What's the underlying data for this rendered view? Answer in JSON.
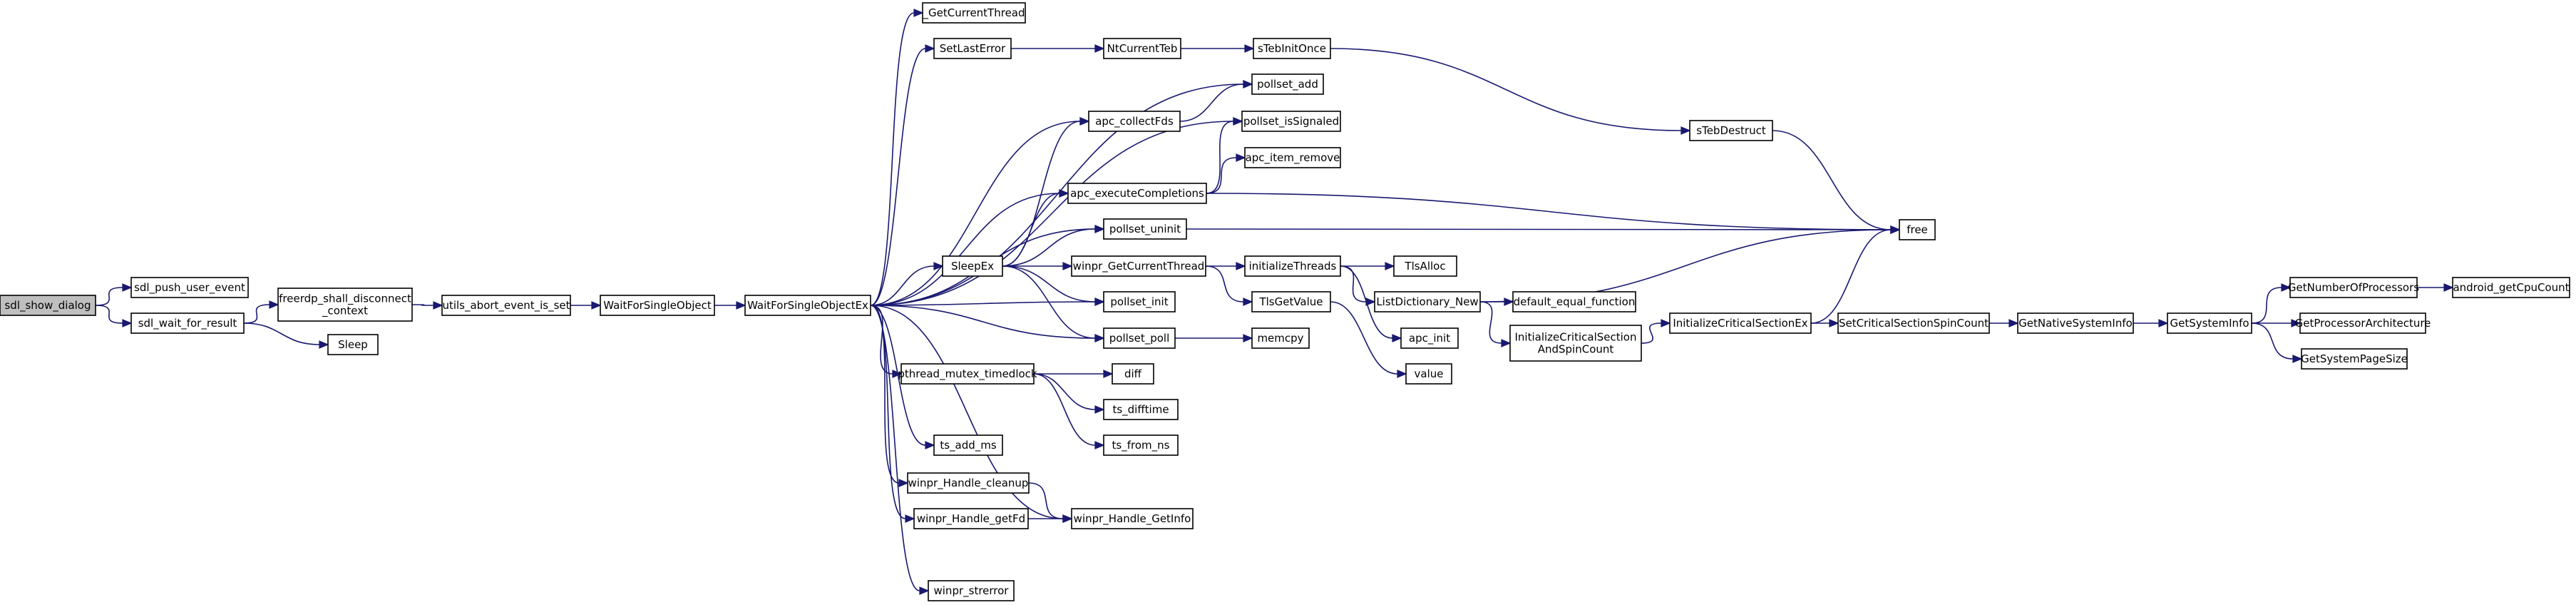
{
  "diagram": {
    "type": "call-graph",
    "colors": {
      "edge": "#191970",
      "root_fill": "#bfbfbf",
      "node_fill": "#ffffff",
      "node_border": "#000000",
      "truncated_border": "#ff0000"
    },
    "nodes": [
      {
        "id": "sdl_show_dialog",
        "lines": [
          "sdl_show_dialog"
        ],
        "style": "root"
      },
      {
        "id": "sdl_push_user_event",
        "lines": [
          "sdl_push_user_event"
        ]
      },
      {
        "id": "sdl_wait_for_result",
        "lines": [
          "sdl_wait_for_result"
        ]
      },
      {
        "id": "freerdp_shall_disconnect_context",
        "lines": [
          "freerdp_shall_disconnect",
          "_context"
        ]
      },
      {
        "id": "Sleep",
        "lines": [
          "Sleep"
        ]
      },
      {
        "id": "utils_abort_event_is_set",
        "lines": [
          "utils_abort_event_is_set"
        ]
      },
      {
        "id": "WaitForSingleObject",
        "lines": [
          "WaitForSingleObject"
        ]
      },
      {
        "id": "WaitForSingleObjectEx",
        "lines": [
          "WaitForSingleObjectEx"
        ]
      },
      {
        "id": "_GetCurrentThread",
        "lines": [
          "_GetCurrentThread"
        ]
      },
      {
        "id": "SetLastError",
        "lines": [
          "SetLastError"
        ]
      },
      {
        "id": "NtCurrentTeb",
        "lines": [
          "NtCurrentTeb"
        ]
      },
      {
        "id": "sTebInitOnce",
        "lines": [
          "sTebInitOnce"
        ]
      },
      {
        "id": "sTebDestruct",
        "lines": [
          "sTebDestruct"
        ]
      },
      {
        "id": "free",
        "lines": [
          "free"
        ]
      },
      {
        "id": "pollset_add",
        "lines": [
          "pollset_add"
        ]
      },
      {
        "id": "apc_collectFds",
        "lines": [
          "apc_collectFds"
        ]
      },
      {
        "id": "pollset_isSignaled",
        "lines": [
          "pollset_isSignaled"
        ]
      },
      {
        "id": "apc_item_remove",
        "lines": [
          "apc_item_remove"
        ]
      },
      {
        "id": "apc_executeCompletions",
        "lines": [
          "apc_executeCompletions"
        ]
      },
      {
        "id": "pollset_uninit",
        "lines": [
          "pollset_uninit"
        ]
      },
      {
        "id": "SleepEx",
        "lines": [
          "SleepEx"
        ]
      },
      {
        "id": "winpr_GetCurrentThread",
        "lines": [
          "winpr_GetCurrentThread"
        ]
      },
      {
        "id": "initializeThreads",
        "lines": [
          "initializeThreads"
        ]
      },
      {
        "id": "TlsAlloc",
        "lines": [
          "TlsAlloc"
        ]
      },
      {
        "id": "ListDictionary_New",
        "lines": [
          "ListDictionary_New"
        ]
      },
      {
        "id": "default_equal_function",
        "lines": [
          "default_equal_function"
        ]
      },
      {
        "id": "TlsGetValue",
        "lines": [
          "TlsGetValue"
        ]
      },
      {
        "id": "apc_init",
        "lines": [
          "apc_init"
        ]
      },
      {
        "id": "value",
        "lines": [
          "value"
        ]
      },
      {
        "id": "InitializeCriticalSectionAndSpinCount",
        "lines": [
          "InitializeCriticalSection",
          "AndSpinCount"
        ]
      },
      {
        "id": "InitializeCriticalSectionEx",
        "lines": [
          "InitializeCriticalSectionEx"
        ]
      },
      {
        "id": "SetCriticalSectionSpinCount",
        "lines": [
          "SetCriticalSectionSpinCount"
        ]
      },
      {
        "id": "GetNativeSystemInfo",
        "lines": [
          "GetNativeSystemInfo"
        ]
      },
      {
        "id": "GetSystemInfo",
        "lines": [
          "GetSystemInfo"
        ]
      },
      {
        "id": "GetNumberOfProcessors",
        "lines": [
          "GetNumberOfProcessors"
        ]
      },
      {
        "id": "android_getCpuCount",
        "lines": [
          "android_getCpuCount"
        ]
      },
      {
        "id": "GetProcessorArchitecture",
        "lines": [
          "GetProcessorArchitecture"
        ],
        "style": "truncated"
      },
      {
        "id": "GetSystemPageSize",
        "lines": [
          "GetSystemPageSize"
        ]
      },
      {
        "id": "pollset_init",
        "lines": [
          "pollset_init"
        ]
      },
      {
        "id": "pollset_poll",
        "lines": [
          "pollset_poll"
        ]
      },
      {
        "id": "memcpy",
        "lines": [
          "memcpy"
        ]
      },
      {
        "id": "pthread_mutex_timedlock",
        "lines": [
          "pthread_mutex_timedlock"
        ]
      },
      {
        "id": "diff",
        "lines": [
          "diff"
        ]
      },
      {
        "id": "ts_difftime",
        "lines": [
          "ts_difftime"
        ]
      },
      {
        "id": "ts_from_ns",
        "lines": [
          "ts_from_ns"
        ]
      },
      {
        "id": "ts_add_ms",
        "lines": [
          "ts_add_ms"
        ]
      },
      {
        "id": "winpr_Handle_cleanup",
        "lines": [
          "winpr_Handle_cleanup"
        ]
      },
      {
        "id": "winpr_Handle_getFd",
        "lines": [
          "winpr_Handle_getFd"
        ]
      },
      {
        "id": "winpr_Handle_GetInfo",
        "lines": [
          "winpr_Handle_GetInfo"
        ]
      },
      {
        "id": "winpr_strerror",
        "lines": [
          "winpr_strerror"
        ]
      }
    ],
    "edges": [
      [
        "sdl_show_dialog",
        "sdl_push_user_event"
      ],
      [
        "sdl_show_dialog",
        "sdl_wait_for_result"
      ],
      [
        "sdl_wait_for_result",
        "freerdp_shall_disconnect_context"
      ],
      [
        "sdl_wait_for_result",
        "Sleep"
      ],
      [
        "freerdp_shall_disconnect_context",
        "utils_abort_event_is_set"
      ],
      [
        "utils_abort_event_is_set",
        "WaitForSingleObject"
      ],
      [
        "WaitForSingleObject",
        "WaitForSingleObjectEx"
      ],
      [
        "WaitForSingleObjectEx",
        "_GetCurrentThread"
      ],
      [
        "WaitForSingleObjectEx",
        "SetLastError"
      ],
      [
        "WaitForSingleObjectEx",
        "pollset_add"
      ],
      [
        "WaitForSingleObjectEx",
        "apc_collectFds"
      ],
      [
        "WaitForSingleObjectEx",
        "pollset_isSignaled"
      ],
      [
        "WaitForSingleObjectEx",
        "apc_executeCompletions"
      ],
      [
        "WaitForSingleObjectEx",
        "pollset_uninit"
      ],
      [
        "WaitForSingleObjectEx",
        "SleepEx"
      ],
      [
        "WaitForSingleObjectEx",
        "pollset_init"
      ],
      [
        "WaitForSingleObjectEx",
        "pollset_poll"
      ],
      [
        "WaitForSingleObjectEx",
        "pthread_mutex_timedlock"
      ],
      [
        "WaitForSingleObjectEx",
        "ts_add_ms"
      ],
      [
        "WaitForSingleObjectEx",
        "winpr_Handle_cleanup"
      ],
      [
        "WaitForSingleObjectEx",
        "winpr_Handle_getFd"
      ],
      [
        "WaitForSingleObjectEx",
        "winpr_Handle_GetInfo"
      ],
      [
        "WaitForSingleObjectEx",
        "winpr_strerror"
      ],
      [
        "SetLastError",
        "NtCurrentTeb"
      ],
      [
        "NtCurrentTeb",
        "sTebInitOnce"
      ],
      [
        "sTebInitOnce",
        "sTebDestruct"
      ],
      [
        "sTebDestruct",
        "free"
      ],
      [
        "apc_collectFds",
        "pollset_add"
      ],
      [
        "apc_executeCompletions",
        "pollset_isSignaled"
      ],
      [
        "apc_executeCompletions",
        "apc_item_remove"
      ],
      [
        "apc_executeCompletions",
        "free"
      ],
      [
        "pollset_uninit",
        "free"
      ],
      [
        "SleepEx",
        "apc_collectFds"
      ],
      [
        "SleepEx",
        "apc_executeCompletions"
      ],
      [
        "SleepEx",
        "pollset_uninit"
      ],
      [
        "SleepEx",
        "winpr_GetCurrentThread"
      ],
      [
        "SleepEx",
        "pollset_init"
      ],
      [
        "SleepEx",
        "pollset_poll"
      ],
      [
        "winpr_GetCurrentThread",
        "initializeThreads"
      ],
      [
        "winpr_GetCurrentThread",
        "TlsGetValue"
      ],
      [
        "initializeThreads",
        "TlsAlloc"
      ],
      [
        "initializeThreads",
        "ListDictionary_New"
      ],
      [
        "initializeThreads",
        "apc_init"
      ],
      [
        "ListDictionary_New",
        "free"
      ],
      [
        "ListDictionary_New",
        "default_equal_function"
      ],
      [
        "ListDictionary_New",
        "InitializeCriticalSectionAndSpinCount"
      ],
      [
        "TlsGetValue",
        "value"
      ],
      [
        "InitializeCriticalSectionAndSpinCount",
        "InitializeCriticalSectionEx"
      ],
      [
        "InitializeCriticalSectionEx",
        "free"
      ],
      [
        "InitializeCriticalSectionEx",
        "SetCriticalSectionSpinCount"
      ],
      [
        "SetCriticalSectionSpinCount",
        "GetNativeSystemInfo"
      ],
      [
        "GetNativeSystemInfo",
        "GetSystemInfo"
      ],
      [
        "GetSystemInfo",
        "GetNumberOfProcessors"
      ],
      [
        "GetSystemInfo",
        "GetProcessorArchitecture"
      ],
      [
        "GetSystemInfo",
        "GetSystemPageSize"
      ],
      [
        "GetNumberOfProcessors",
        "android_getCpuCount"
      ],
      [
        "pollset_poll",
        "memcpy"
      ],
      [
        "pthread_mutex_timedlock",
        "diff"
      ],
      [
        "pthread_mutex_timedlock",
        "ts_difftime"
      ],
      [
        "pthread_mutex_timedlock",
        "ts_from_ns"
      ],
      [
        "winpr_Handle_cleanup",
        "winpr_Handle_GetInfo"
      ],
      [
        "winpr_Handle_getFd",
        "winpr_Handle_GetInfo"
      ]
    ]
  }
}
